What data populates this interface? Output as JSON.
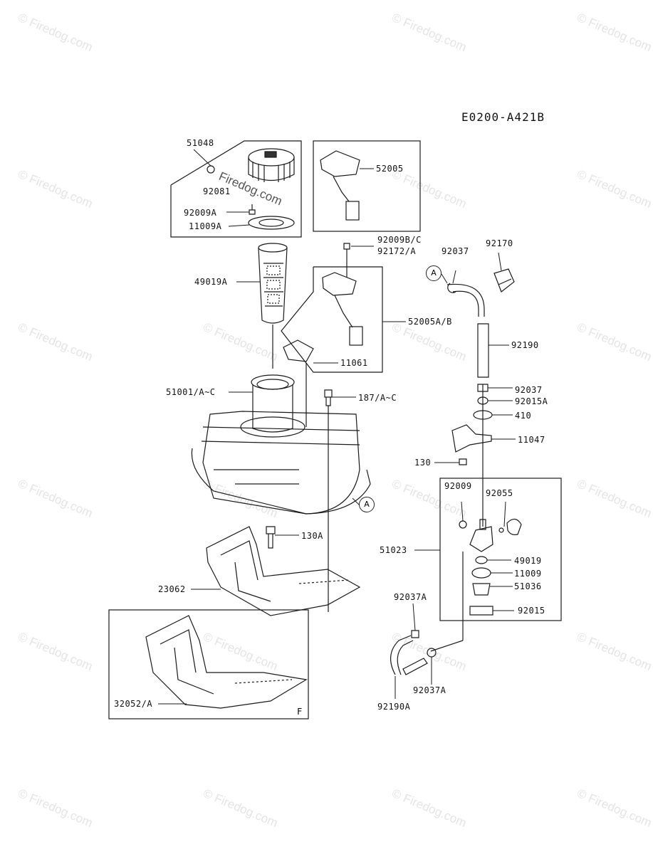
{
  "diagram_code": "E0200-A421B",
  "watermark": "© Firedog.com",
  "inline_watermark": "Firedog.com",
  "callout_letter": "A",
  "section_letter": "F",
  "parts": {
    "p51048": "51048",
    "p92081": "92081",
    "p92009A": "92009A",
    "p11009A": "11009A",
    "p52005": "52005",
    "p92009BC": "92009B/C",
    "p92172A": "92172/A",
    "p49019A": "49019A",
    "p52005AB": "52005A/B",
    "p11061": "11061",
    "p51001": "51001/A~C",
    "p187": "187/A~C",
    "p92037_top": "92037",
    "p92170": "92170",
    "p92190": "92190",
    "p92037_mid": "92037",
    "p92015A": "92015A",
    "p410": "410",
    "p11047": "11047",
    "p130": "130",
    "p92009": "92009",
    "p92055": "92055",
    "p130A": "130A",
    "p51023": "51023",
    "p49019": "49019",
    "p11009": "11009",
    "p51036": "51036",
    "p92015": "92015",
    "p23062": "23062",
    "p92037A_top": "92037A",
    "p92037A_bot": "92037A",
    "p92190A": "92190A",
    "p32052A": "32052/A"
  }
}
